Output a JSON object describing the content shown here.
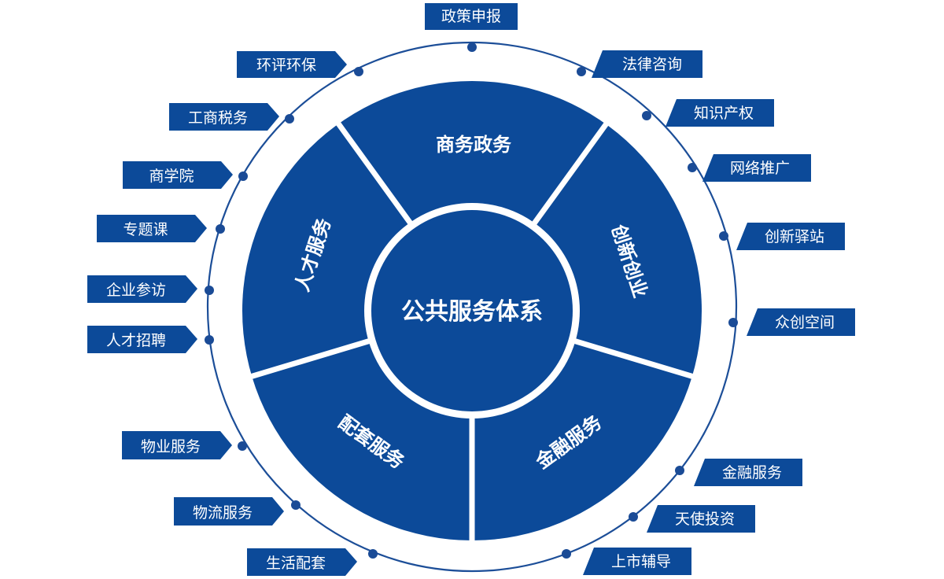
{
  "center": {
    "label": "公共服务体系"
  },
  "segments": [
    {
      "label": "商务政务"
    },
    {
      "label": "创新创业"
    },
    {
      "label": "金融服务"
    },
    {
      "label": "配套服务"
    },
    {
      "label": "人才服务"
    }
  ],
  "tags": [
    {
      "label": "政策申报"
    },
    {
      "label": "法律咨询"
    },
    {
      "label": "知识产权"
    },
    {
      "label": "网络推广"
    },
    {
      "label": "创新驿站"
    },
    {
      "label": "众创空间"
    },
    {
      "label": "金融服务"
    },
    {
      "label": "天使投资"
    },
    {
      "label": "上市辅导"
    },
    {
      "label": "环评环保"
    },
    {
      "label": "工商税务"
    },
    {
      "label": "商学院"
    },
    {
      "label": "专题课"
    },
    {
      "label": "企业参访"
    },
    {
      "label": "人才招聘"
    },
    {
      "label": "物业服务"
    },
    {
      "label": "物流服务"
    },
    {
      "label": "生活配套"
    }
  ],
  "colors": {
    "primary": "#0c4a99",
    "ring": "#1c4e98",
    "dot": "#1a4b96",
    "background": "#ffffff"
  }
}
